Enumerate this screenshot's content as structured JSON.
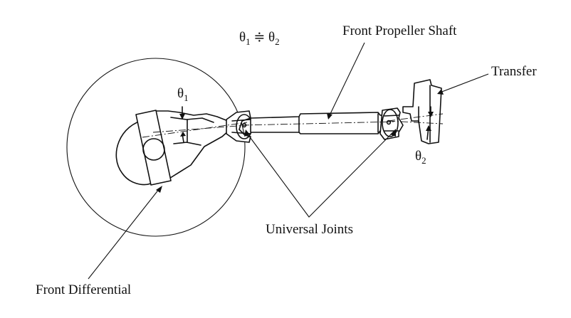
{
  "diagram": {
    "equation": {
      "theta": "θ",
      "sub1": "1",
      "relation": " ≑ ",
      "sub2": "2"
    },
    "labels": {
      "front_propeller_shaft": "Front Propeller Shaft",
      "transfer": "Transfer",
      "universal_joints": "Universal Joints",
      "front_differential": "Front Differential"
    },
    "angles": {
      "theta1": {
        "symbol": "θ",
        "subscript": "1"
      },
      "theta2": {
        "symbol": "θ",
        "subscript": "2"
      }
    }
  }
}
